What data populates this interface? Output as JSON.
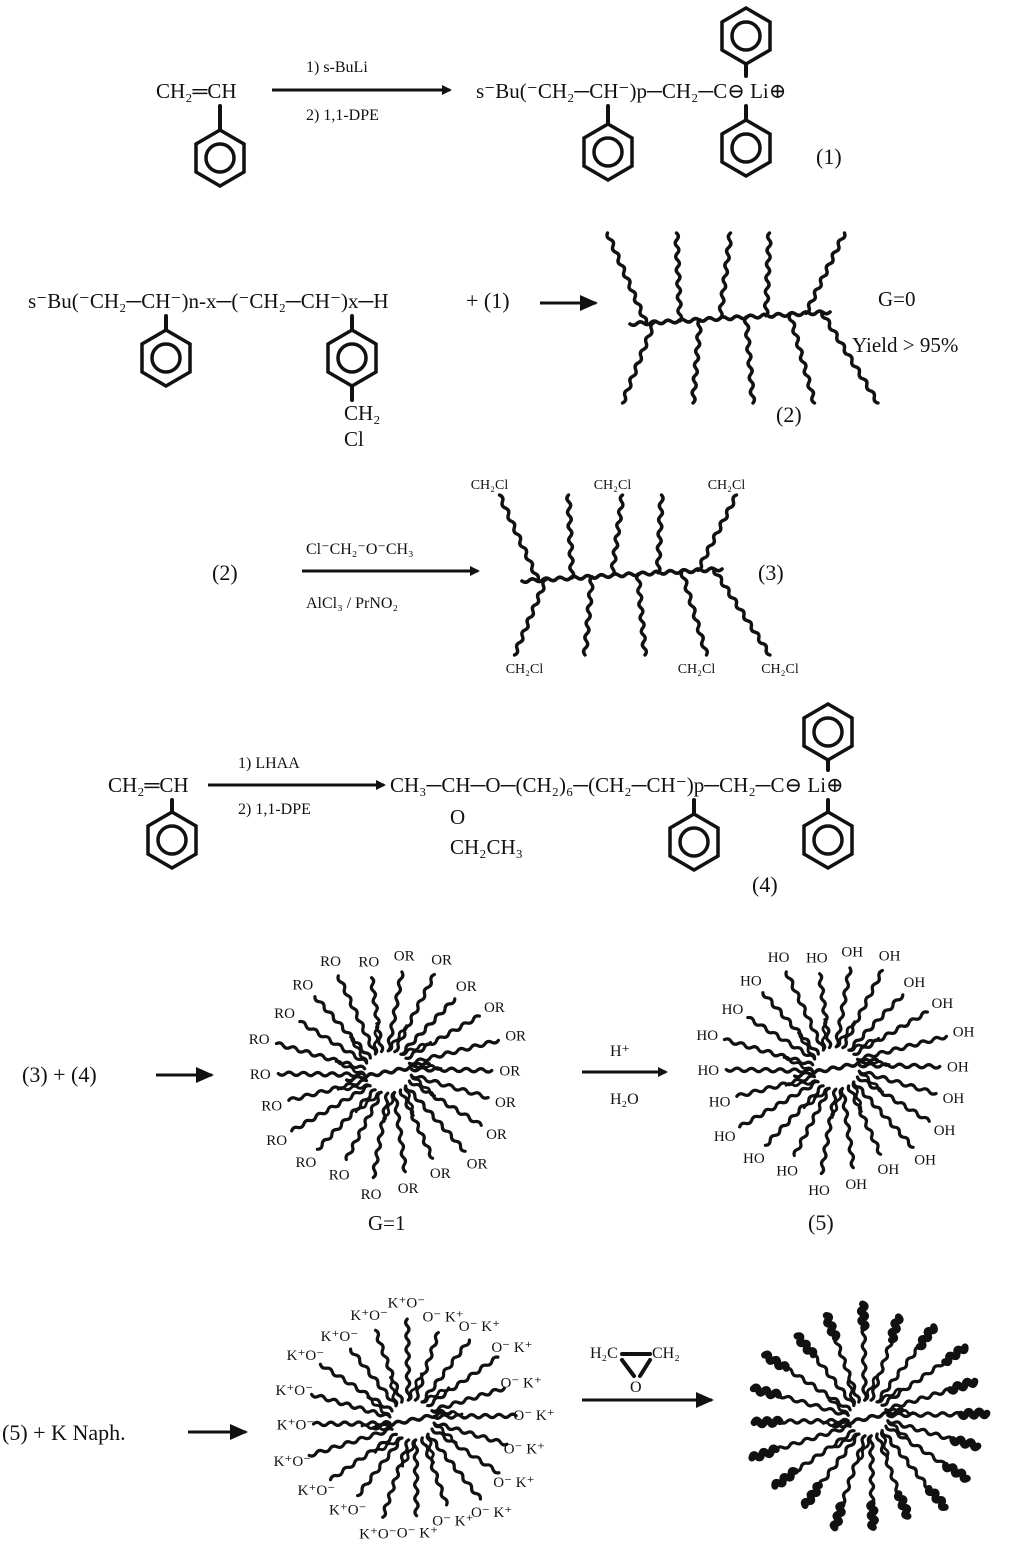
{
  "row1": {
    "monomer": "CH₂═CH",
    "reagent1": "1) s-BuLi",
    "reagent2": "2) 1,1-DPE",
    "product": "s⁻Bu(⁻CH₂─CH⁻)p─CH₂─C⊖ Li⊕",
    "label": "(1)"
  },
  "row2": {
    "formula": "s⁻Bu(⁻CH₂─CH⁻)n-x─(⁻CH₂─CH⁻)x─H",
    "plus": "+ (1)",
    "pendant_ch2": "CH₂",
    "pendant_cl": "Cl",
    "g": "G=0",
    "yield": "Yield > 95%",
    "label": "(2)"
  },
  "row3": {
    "reactant": "(2)",
    "reagent1": "Cl⁻CH₂⁻O⁻CH₃",
    "reagent2": "AlCl₃ / PrNO₂",
    "chain_end": "CH₂Cl",
    "label": "(3)"
  },
  "row4": {
    "monomer": "CH₂═CH",
    "reagent1": "1) LHAA",
    "reagent2": "2) 1,1-DPE",
    "product": "CH₃─CH─O─(CH₂)₆─(CH₂─CH⁻)p─CH₂─C⊖ Li⊕",
    "oxygen": "O",
    "ethyl": "CH₂CH₃",
    "label": "(4)"
  },
  "row5": {
    "reactants": "(3) + (4)",
    "end_group": "RO",
    "end_group_alt": "OR",
    "reagent1": "H⁺",
    "reagent2": "H₂O",
    "hydroxyl": "HO",
    "hydroxyl_alt": "OH",
    "g": "G=1",
    "label": "(5)"
  },
  "row6": {
    "reactants": "(5) + K Naph.",
    "alkoxide": "K⁺O⁻",
    "alkoxide_alt": "O⁻ K⁺",
    "reagent_h2c": "H₂C",
    "reagent_ch2": "CH₂",
    "reagent_o": "O"
  }
}
